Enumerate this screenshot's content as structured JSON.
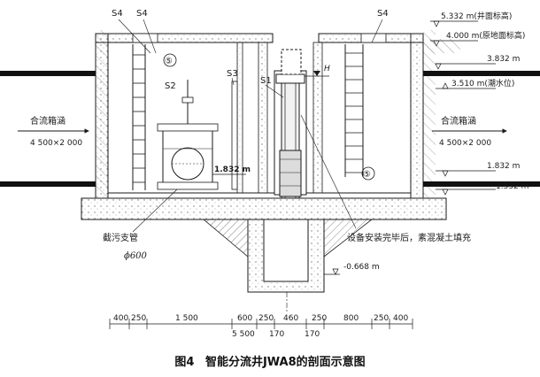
{
  "labels": {
    "s4_left_a": "S4",
    "s4_left_b": "S4",
    "s4_right": "S4",
    "s3": "S3",
    "s2": "S2",
    "s1": "S1",
    "circle5_a": "⑤",
    "circle5_b": "⑤",
    "h_mark": "H",
    "pipe_left_name": "合流箱涵",
    "pipe_left_size": "4 500×2 000",
    "pipe_right_name": "合流箱涵",
    "pipe_right_size": "4 500×2 000",
    "gate_elev": "1.832 m",
    "intercept_pipe": "截污支管",
    "intercept_dia": "ϕ600",
    "backfill_note": "设备安装完毕后，素混凝土填充",
    "bottom_elev": "-0.668 m"
  },
  "elevations": [
    {
      "text": "5.332 m(井面标高)"
    },
    {
      "text": "4.000 m(原地面标高)"
    },
    {
      "text": "3.832 m"
    },
    {
      "text": "3.510 m(潮水位)"
    },
    {
      "text": "1.832 m"
    },
    {
      "text": "1.532 m"
    }
  ],
  "dimensions": {
    "top_row": [
      "400",
      "250",
      "1 500",
      "600",
      "250",
      "460",
      "250",
      "800",
      "250",
      "400"
    ],
    "bottom_row": [
      "5 500",
      "170",
      "170"
    ]
  },
  "caption": {
    "fig_no": "图4",
    "title": "智能分流井JWA8的剖面示意图"
  },
  "colors": {
    "line": "#1a1a1a",
    "pipe": "#111111",
    "hatch": "#555555",
    "concrete": "#f4f4f4"
  }
}
